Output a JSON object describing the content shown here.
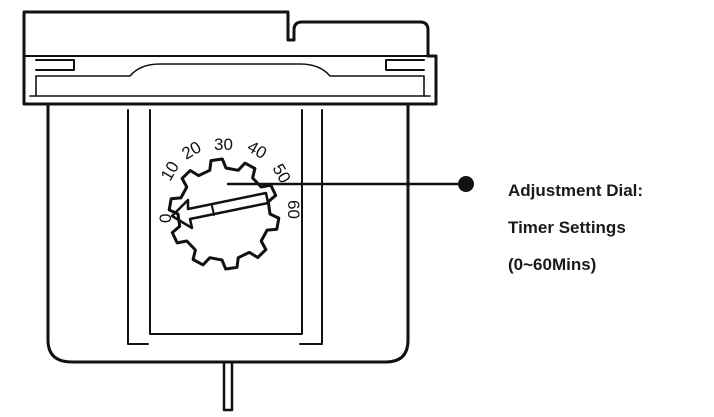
{
  "dial": {
    "scale_labels": [
      "0",
      "10",
      "20",
      "30",
      "40",
      "50",
      "60"
    ]
  },
  "callout": {
    "line1": "Adjustment Dial:",
    "line2": "Timer Settings",
    "line3": "(0~60Mins)"
  },
  "colors": {
    "stroke": "#111111",
    "background": "#ffffff",
    "text": "#1a1a1a"
  }
}
